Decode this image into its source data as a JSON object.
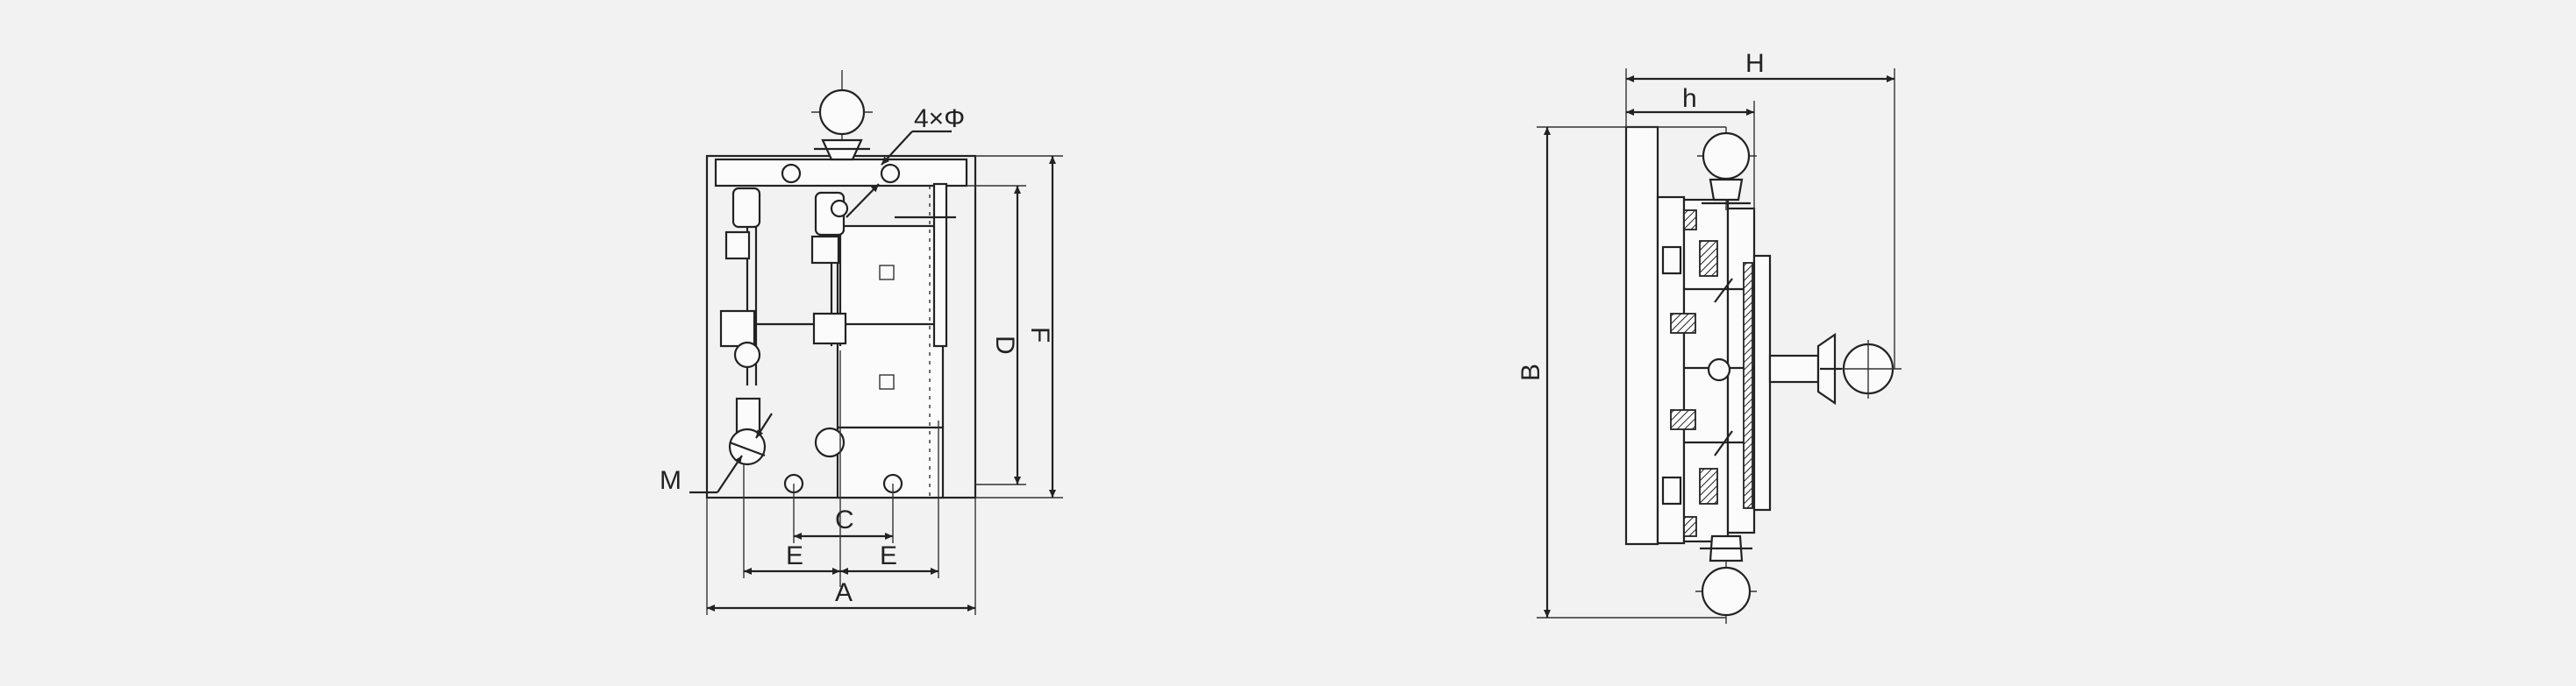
{
  "colors": {
    "background": "#f2f2f2",
    "line": "#222222"
  },
  "front_view": {
    "labels": {
      "holes": "4×Φ",
      "M": "M",
      "C": "C",
      "E_left": "E",
      "E_right": "E",
      "A": "A",
      "D": "D",
      "F": "F"
    }
  },
  "side_view": {
    "labels": {
      "H": "H",
      "h": "h",
      "B": "B"
    }
  }
}
